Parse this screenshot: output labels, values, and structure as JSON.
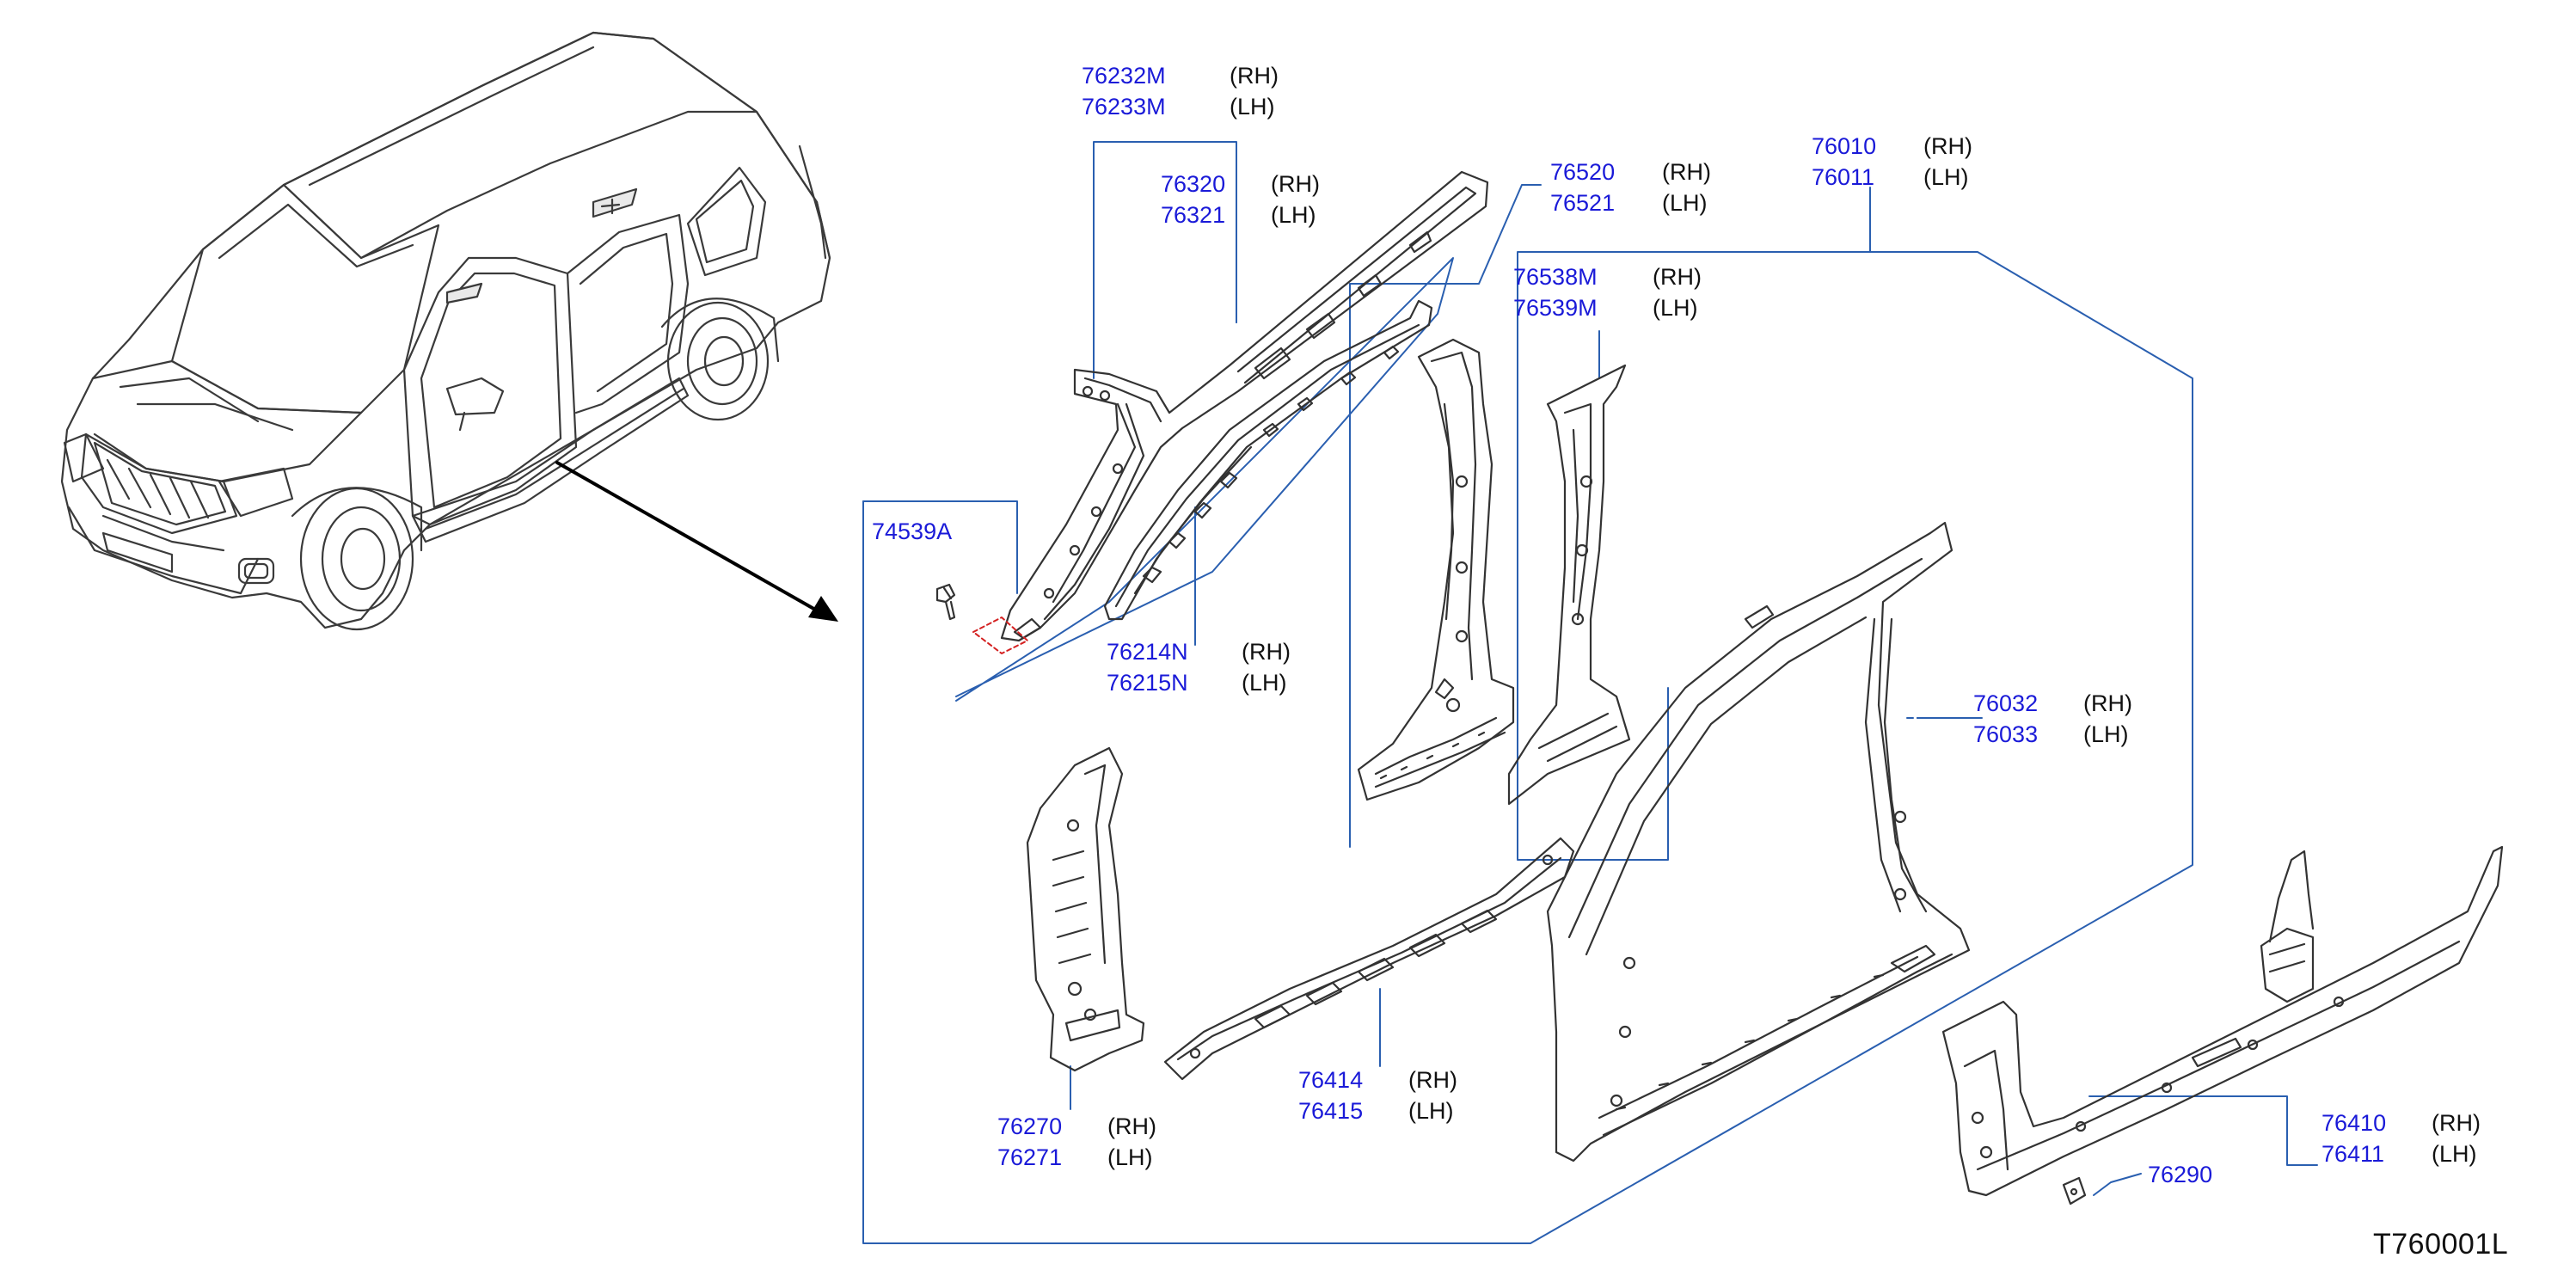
{
  "colors": {
    "part_number": "#1a1ad8",
    "leader_line": "#2a5fb0",
    "outline": "#333333",
    "highlight": "#d42020"
  },
  "diagram_code": "T760001L",
  "labels": {
    "g76232": {
      "pn": [
        "76232M",
        "76233M"
      ],
      "side": [
        "(RH)",
        "(LH)"
      ]
    },
    "g76320": {
      "pn": [
        "76320",
        "76321"
      ],
      "side": [
        "(RH)",
        "(LH)"
      ]
    },
    "g76520": {
      "pn": [
        "76520",
        "76521"
      ],
      "side": [
        "(RH)",
        "(LH)"
      ]
    },
    "g76010": {
      "pn": [
        "76010",
        "76011"
      ],
      "side": [
        "(RH)",
        "(LH)"
      ]
    },
    "g76538": {
      "pn": [
        "76538M",
        "76539M"
      ],
      "side": [
        "(RH)",
        "(LH)"
      ]
    },
    "g74539": {
      "pn": [
        "74539A"
      ]
    },
    "g76214": {
      "pn": [
        "76214N",
        "76215N"
      ],
      "side": [
        "(RH)",
        "(LH)"
      ]
    },
    "g76032": {
      "pn": [
        "76032",
        "76033"
      ],
      "side": [
        "(RH)",
        "(LH)"
      ]
    },
    "g76414": {
      "pn": [
        "76414",
        "76415"
      ],
      "side": [
        "(RH)",
        "(LH)"
      ]
    },
    "g76270": {
      "pn": [
        "76270",
        "76271"
      ],
      "side": [
        "(RH)",
        "(LH)"
      ]
    },
    "g76410": {
      "pn": [
        "76410",
        "76411"
      ],
      "side": [
        "(RH)",
        "(LH)"
      ]
    },
    "g76290": {
      "pn": [
        "76290"
      ]
    }
  }
}
